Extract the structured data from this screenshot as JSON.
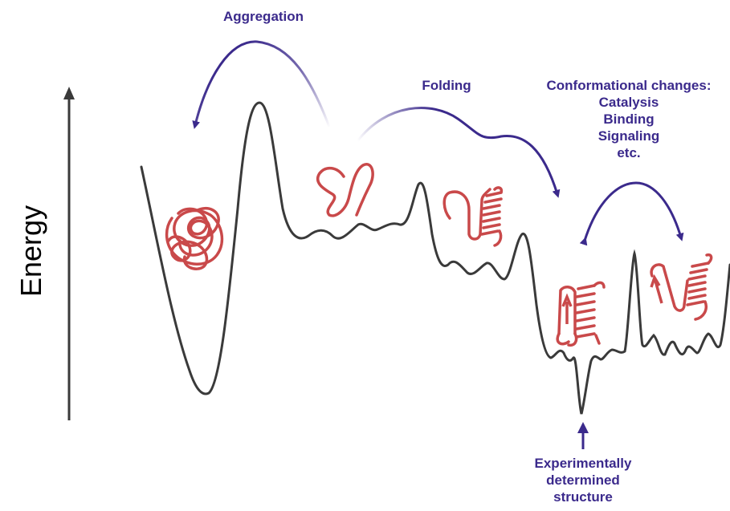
{
  "axis": {
    "label": "Energy"
  },
  "labels": {
    "aggregation": "Aggregation",
    "folding": "Folding",
    "conformational": [
      "Conformational changes:",
      "Catalysis",
      "Binding",
      "Signaling",
      "etc."
    ],
    "experimental": [
      "Experimentally",
      "determined",
      "structure"
    ]
  },
  "colors": {
    "arrow": "#3b2a8c",
    "protein": "#c9494a",
    "landscape": "#3a3a3a",
    "axis": "#3a3a3a"
  },
  "icons": [
    "energy-landscape-curve",
    "aggregate-tangle-icon",
    "unfolded-chain-icon",
    "partially-folded-helix-icon",
    "folded-structure-icon",
    "alternate-conformation-icon"
  ]
}
